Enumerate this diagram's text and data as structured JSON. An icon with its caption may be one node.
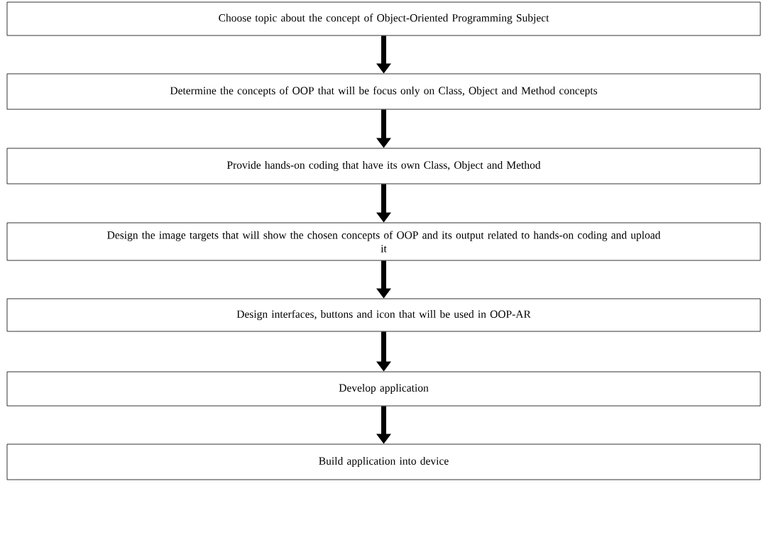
{
  "diagram": {
    "nodes": [
      {
        "text": [
          "Choose topic about the concept of Object-Oriented Programming Subject"
        ]
      },
      {
        "text": [
          "Determine the concepts of OOP that will be focus only on Class, Object and Method concepts"
        ]
      },
      {
        "text": [
          "Provide hands-on coding that have its own Class, Object and Method"
        ]
      },
      {
        "text": [
          "Design the image targets that will show the chosen concepts of OOP and its output related to hands-on coding and upload it"
        ]
      },
      {
        "text": [
          "Design interfaces, buttons and icon that will be used in OOP-AR"
        ]
      },
      {
        "text": [
          "Develop application"
        ]
      },
      {
        "text": [
          "Build application into device"
        ]
      }
    ],
    "edges": [
      {
        "from": 0,
        "to": 1,
        "arrow": "to"
      },
      {
        "from": 1,
        "to": 2,
        "arrow": "to"
      },
      {
        "from": 2,
        "to": 3,
        "arrow": "to"
      },
      {
        "from": 3,
        "to": 4,
        "arrow": "to"
      },
      {
        "from": 4,
        "to": 5,
        "arrow": "to"
      },
      {
        "from": 5,
        "to": 6,
        "arrow": "to"
      }
    ]
  }
}
